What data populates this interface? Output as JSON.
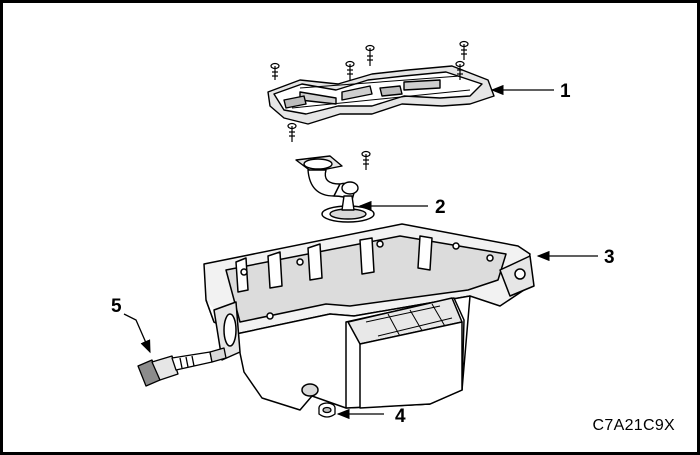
{
  "diagram": {
    "callouts": [
      {
        "id": "1",
        "label": "1"
      },
      {
        "id": "2",
        "label": "2"
      },
      {
        "id": "3",
        "label": "3"
      },
      {
        "id": "4",
        "label": "4"
      },
      {
        "id": "5",
        "label": "5"
      }
    ],
    "figure_code": "C7A21C9X"
  },
  "colors": {
    "line": "#000000",
    "part_fill": "#ffffff",
    "shade": "#d9d9d9",
    "dark": "#8c8c8c"
  }
}
